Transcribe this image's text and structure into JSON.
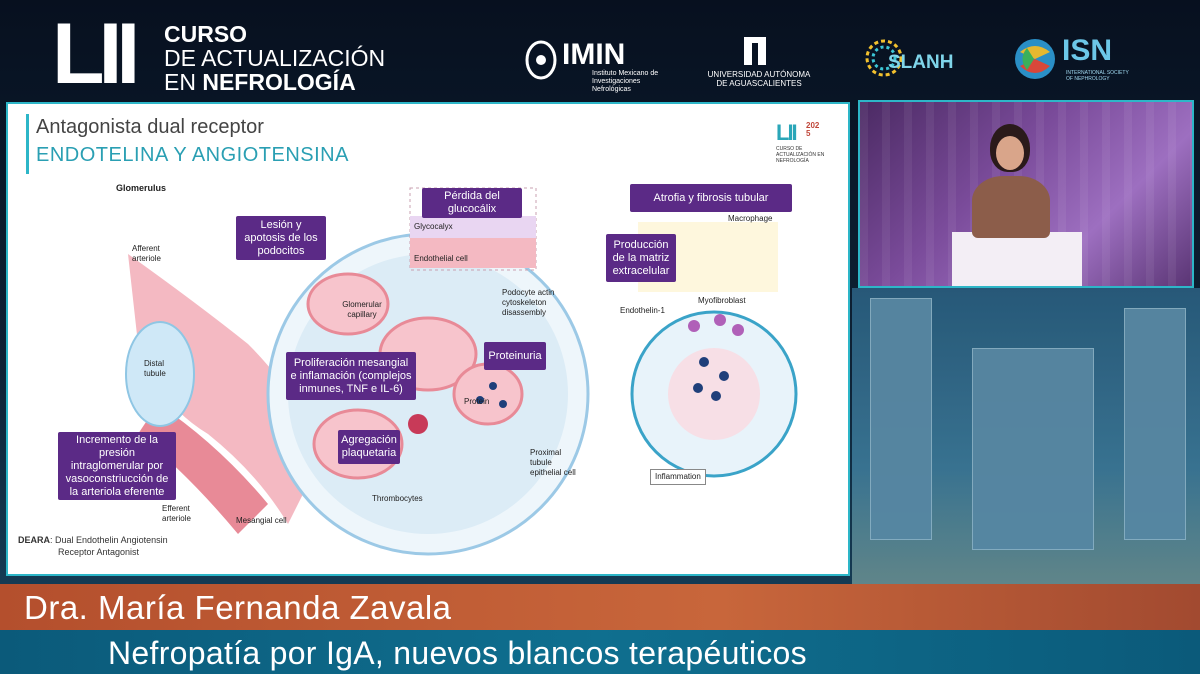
{
  "header": {
    "course_number": "LII",
    "course_line1": "CURSO",
    "course_line2": "DE ACTUALIZACIÓN",
    "course_line3_pre": "EN ",
    "course_line3_bold": "NEFROLOGÍA",
    "logos": {
      "imin_name": "IMIN",
      "imin_sub": "Instituto Mexicano de Investigaciones Nefrológicas",
      "uaa_line1": "UNIVERSIDAD AUTÓNOMA",
      "uaa_line2": "DE AGUASCALIENTES",
      "slanh": "SLANH",
      "isn": "ISN",
      "isn_sub": "INTERNATIONAL SOCIETY OF NEPHROLOGY"
    }
  },
  "slide": {
    "title_line1": "Antagonista dual receptor",
    "title_line2": "ENDOTELINA Y ANGIOTENSINA",
    "badge_number": "LII",
    "badge_year": "2025",
    "badge_text": "CURSO DE ACTUALIZACIÓN EN NEFROLOGÍA",
    "glomerulus_label": "Glomerulus",
    "boxes": {
      "perdida": "Pérdida del glucocálix",
      "lesion": "Lesión y apotosis de los podocitos",
      "proliferacion": "Proliferación mesangial e inflamación (complejos inmunes, TNF e IL-6)",
      "proteinuria": "Proteinuria",
      "agregacion": "Agregación plaquetaria",
      "incremento": "Incremento de la presión intraglomerular por vasoconstriucción de la arteriola eferente",
      "atrofia": "Atrofia  y fibrosis tubular",
      "produccion": "Producción de la matriz extracelular"
    },
    "labels": {
      "afferent": "Afferent arteriole",
      "distal": "Distal tubule",
      "glycocalyx": "Glycocalyx",
      "endothelial": "Endothelial cell",
      "glomerular": "Glomerular capillary",
      "podocyte": "Podocyte actin cytoskeleton disassembly",
      "protein": "Protein",
      "proximal": "Proximal tubule epithelial cell",
      "thrombocytes": "Thrombocytes",
      "mesangial": "Mesangial cell",
      "efferent": "Efferent arteriole",
      "macrophage": "Macrophage",
      "myofibroblast": "Myofibroblast",
      "endothelin": "Endothelin-1",
      "inflammation": "Inflammation"
    },
    "footnote_bold": "DEARA",
    "footnote_rest": ": Dual Endothelin Angiotensin",
    "footnote_line2": "Receptor Antagonist"
  },
  "lower_third": {
    "speaker": "Dra. María Fernanda Zavala",
    "topic": "Nefropatía por IgA, nuevos blancos terapéuticos"
  },
  "colors": {
    "accent_teal": "#2db6c8",
    "box_purple": "#5b2a86",
    "name_banner": "#c0592f",
    "topic_banner": "#0f6a8a"
  }
}
